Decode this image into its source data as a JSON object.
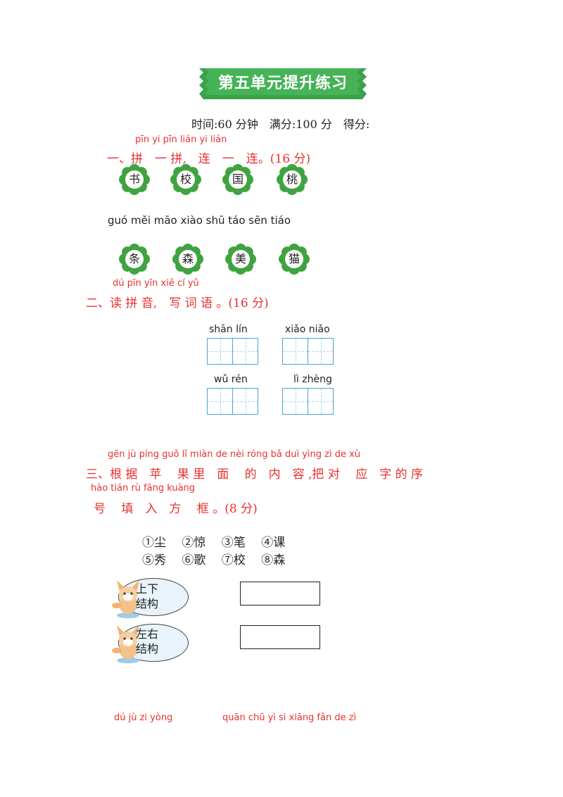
{
  "title": "第五单元提升练习",
  "header_info": "时间:60 分钟　满分:100 分　得分:",
  "section1": {
    "pinyin": "pīn  yi pīn   lián yi  lián",
    "heading": "一、拼　一 拼,　连　一　连。(16 分)",
    "top_chars": [
      "书",
      "校",
      "国",
      "桃"
    ],
    "pinyin_line": "guó měi māo xiào shū táo sēn tiáo",
    "bottom_chars": [
      "条",
      "森",
      "美",
      "猫"
    ]
  },
  "section2": {
    "pinyin": "dú pīn yīn  xiě cí yǔ",
    "heading": "二、读 拼 音,　写 词 语 。(16 分)",
    "grids": [
      {
        "label": "shān   lín"
      },
      {
        "label": "xiǎo niǎo"
      },
      {
        "label": "wǔ    rén"
      },
      {
        "label": "lì   zhèng"
      }
    ]
  },
  "section3": {
    "pinyin1": "gēn jù  píng  guǒ lǐ  miàn de   nèi róng  bǎ duì  yìng  zì de  xù",
    "heading1": "三、根 据　苹　 果 里　面　 的　内　容 ,把 对　 应　字 的 序",
    "pinyin2": "hào  tián  rù fāng kuàng",
    "heading2": "号　 填　入　方　 框 。(8 分)",
    "options_row1": "①尘　 ②惊　 ③笔　 ④课",
    "options_row2": "⑤秀　 ⑥歌　 ⑦校　 ⑧森",
    "bubbles": [
      {
        "line1": "上下",
        "line2": "结构"
      },
      {
        "line1": "左右",
        "line2": "结构"
      }
    ]
  },
  "section4": {
    "pinyin_a": "dú  jù   zi yòng",
    "pinyin_b": "quān chū yì si xiāng fǎn de zì"
  },
  "colors": {
    "accent": "#e8312f",
    "banner": "#3aa24a",
    "flower": "#3fa33f",
    "grid": "#4aa3d8"
  }
}
